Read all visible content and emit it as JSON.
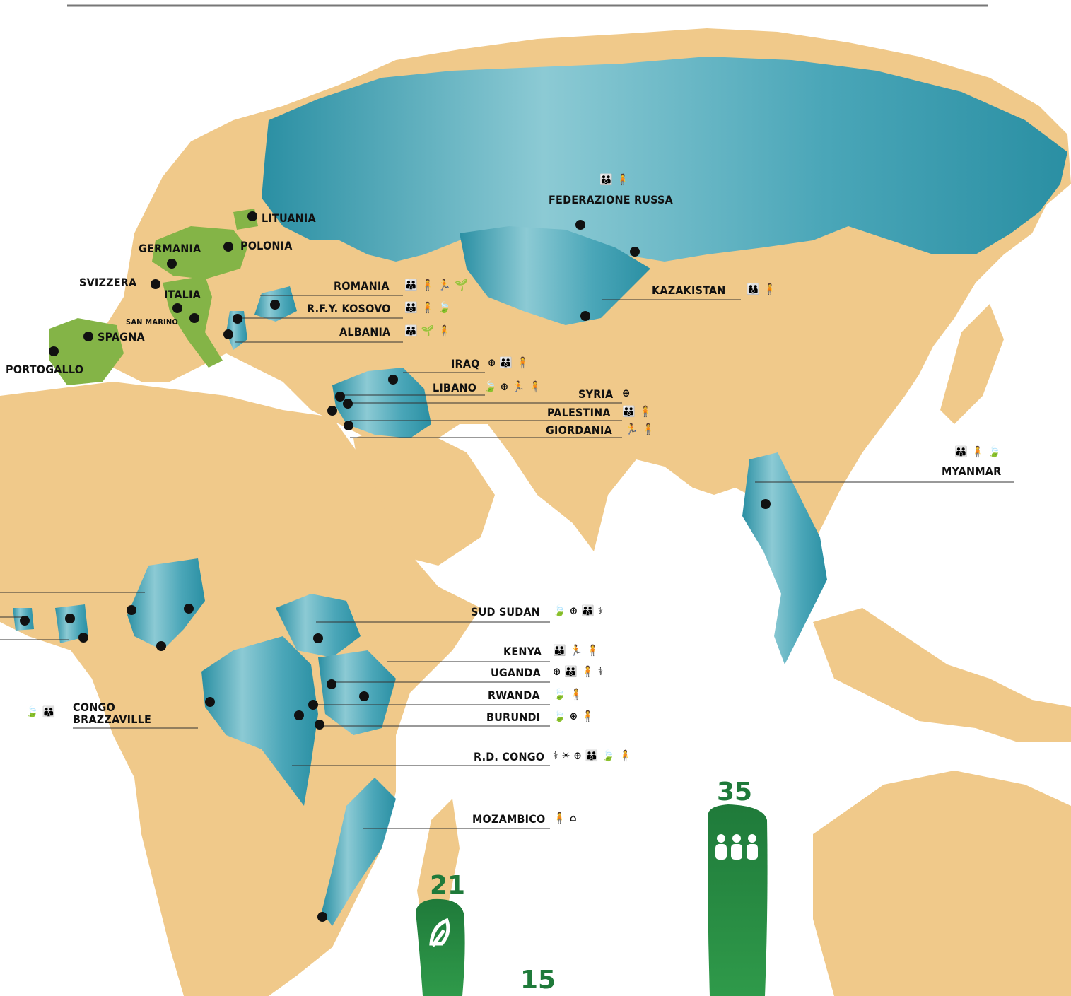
{
  "colors": {
    "ocean": "#ffffff",
    "land": "#f0c98a",
    "land_dark": "#e8b774",
    "active_blue": "#2a8fa3",
    "active_blue_light": "#7cc0cc",
    "active_green": "#7fb242",
    "green_bar": "#2a8a43",
    "stat_green": "#1f7a3a",
    "dot": "#111111"
  },
  "icons": {
    "group": "three-people-icon",
    "child": "adult-with-child-icon",
    "leaf": "seed-leaf-icon",
    "health": "medical-cross-icon",
    "run": "sport-running-icon",
    "farm": "agriculture-icon",
    "stetho": "stethoscope-icon",
    "sun": "sun-plant-icon",
    "house": "house-icon"
  },
  "countries": {
    "lituania": "LITUANIA",
    "polonia": "POLONIA",
    "germania": "GERMANIA",
    "svizzera": "SVIZZERA",
    "italia": "ITALIA",
    "san_marino": "SAN MARINO",
    "spagna": "SPAGNA",
    "portogallo": "PORTOGALLO",
    "federazione_russa": "FEDERAZIONE RUSSA",
    "romania": "ROMANIA",
    "kosovo": "R.F.Y. KOSOVO",
    "albania": "ALBANIA",
    "kazakistan": "KAZAKISTAN",
    "iraq": "IRAQ",
    "libano": "LIBANO",
    "syria": "SYRIA",
    "palestina": "PALESTINA",
    "giordania": "GIORDANIA",
    "myanmar": "MYANMAR",
    "sud_sudan": "SUD SUDAN",
    "kenya": "KENYA",
    "uganda": "UGANDA",
    "rwanda": "RWANDA",
    "burundi": "BURUNDI",
    "congo_1": "CONGO",
    "congo_2": "BRAZZAVILLE",
    "rd_congo": "R.D. CONGO",
    "mozambico": "MOZAMBICO"
  },
  "stats": {
    "group_count": "35",
    "leaf_count": "21",
    "third_count": "15"
  }
}
